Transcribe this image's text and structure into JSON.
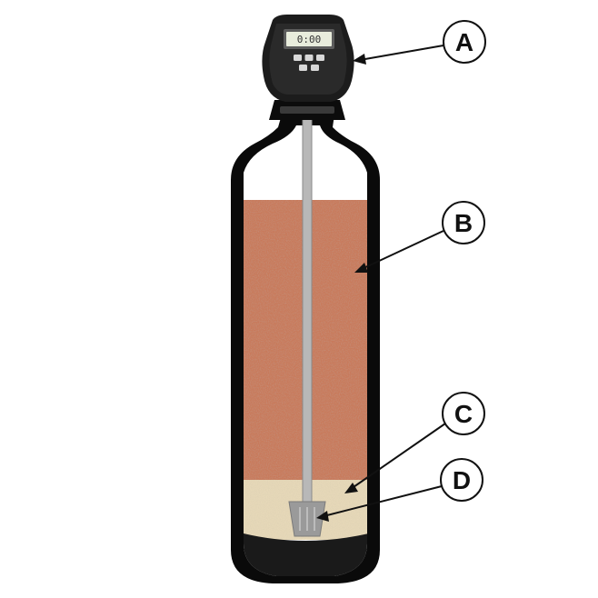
{
  "diagram": {
    "control_head": {
      "display_text": "0:00",
      "button_count": 5
    },
    "callouts": [
      {
        "id": "a",
        "label": "A",
        "points_to": "control-valve-head"
      },
      {
        "id": "b",
        "label": "B",
        "points_to": "filter-media"
      },
      {
        "id": "c",
        "label": "C",
        "points_to": "gravel-underbed"
      },
      {
        "id": "d",
        "label": "D",
        "points_to": "distributor-basket"
      }
    ],
    "colors": {
      "tank_outline": "#0a0a0a",
      "tank_bottom": "#1a1a1a",
      "filter_media": "#c87a5c",
      "gravel_bed": "#e6d8b8",
      "riser_tube": "#b8b8b8",
      "control_head": "#1c1c1c",
      "lcd_screen": "#e8ecdc"
    }
  }
}
